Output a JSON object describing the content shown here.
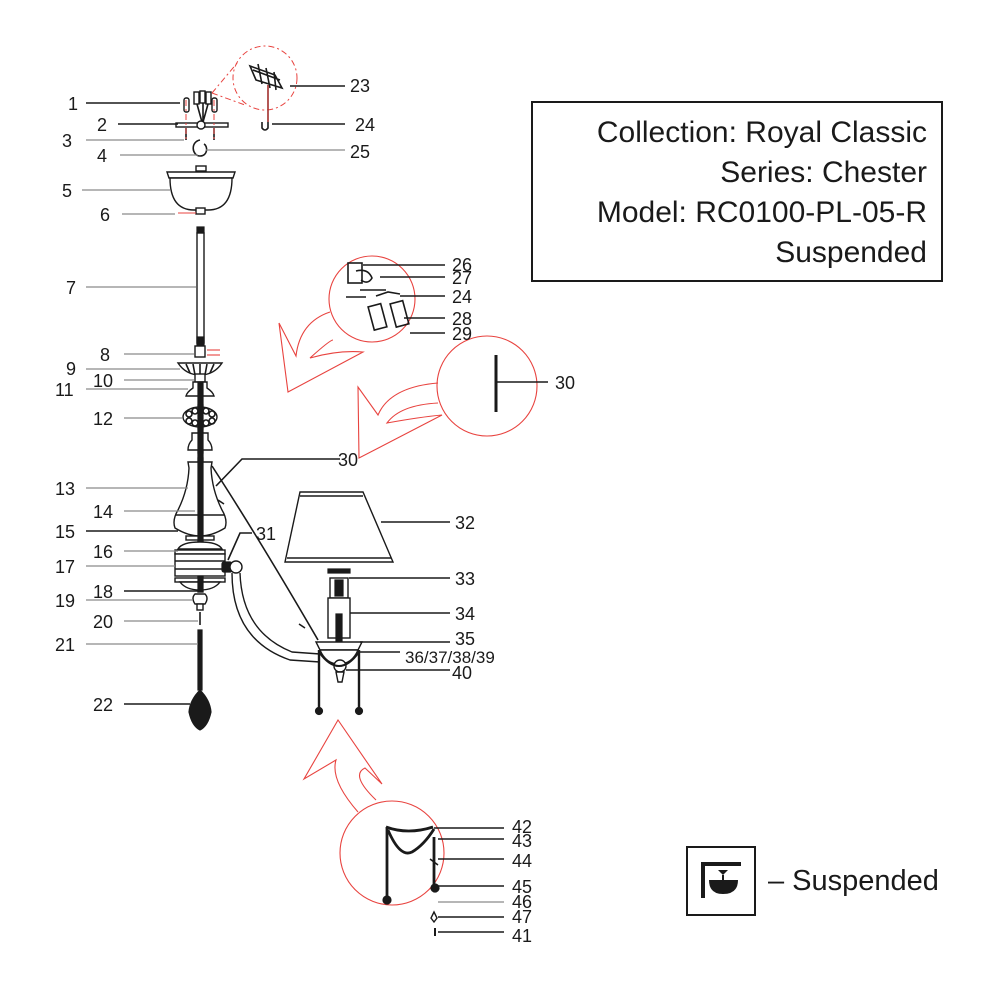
{
  "info_box": {
    "collection": "Collection: Royal Classic",
    "series": "Series: Chester",
    "model": "Model: RC0100-PL-05-R",
    "mounting": "Suspended"
  },
  "legend": {
    "icon": "suspended-mount-icon",
    "text": "– Suspended"
  },
  "part_labels": {
    "p1": "1",
    "p2": "2",
    "p3": "3",
    "p4": "4",
    "p5": "5",
    "p6": "6",
    "p7": "7",
    "p8": "8",
    "p9": "9",
    "p10": "10",
    "p11": "11",
    "p12": "12",
    "p13": "13",
    "p14": "14",
    "p15": "15",
    "p16": "16",
    "p17": "17",
    "p18": "18",
    "p19": "19",
    "p20": "20",
    "p21": "21",
    "p22": "22",
    "p23": "23",
    "p24a": "24",
    "p25": "25",
    "p26": "26",
    "p27": "27",
    "p24b": "24",
    "p28": "28",
    "p29": "29",
    "p30a": "30",
    "p30b": "30",
    "p31": "31",
    "p32": "32",
    "p33": "33",
    "p34": "34",
    "p35": "35",
    "p36_39": "36/37/38/39",
    "p40": "40",
    "p42": "42",
    "p43": "43",
    "p44": "44",
    "p45": "45",
    "p46": "46",
    "p47": "47",
    "p41": "41"
  },
  "colors": {
    "ink": "#1a1a1a",
    "detail_callout": "#e8433f",
    "leader_grey": "#8a8a8a"
  }
}
